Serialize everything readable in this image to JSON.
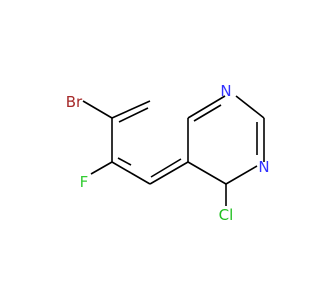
{
  "molecule": {
    "atoms": [
      {
        "id": "br",
        "label": "Br",
        "color": "#a62929"
      },
      {
        "id": "f",
        "label": "F",
        "color": "#33cc33"
      },
      {
        "id": "cl",
        "label": "Cl",
        "color": "#1fbf1f"
      },
      {
        "id": "n1",
        "label": "N",
        "color": "#3333ff"
      },
      {
        "id": "n3",
        "label": "N",
        "color": "#3333ff"
      }
    ],
    "bond_color": "#000000"
  }
}
